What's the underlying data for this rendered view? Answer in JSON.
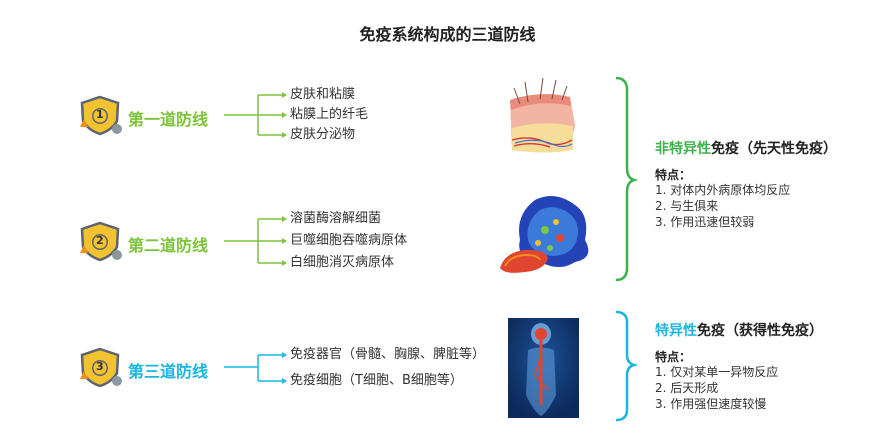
{
  "title": "免疫系统构成的三道防线",
  "colors": {
    "first": "#7dc33b",
    "second": "#7dc33b",
    "third": "#1ab6e0",
    "shield_fill": "#f2c230",
    "shield_edge": "#5b6470"
  },
  "lines": [
    {
      "number": "1",
      "label": "第一道防线",
      "items": [
        "皮肤和粘膜",
        "粘膜上的纤毛",
        "皮肤分泌物"
      ]
    },
    {
      "number": "2",
      "label": "第二道防线",
      "items": [
        "溶菌酶溶解细菌",
        "巨噬细胞吞噬病原体",
        "白细胞消灭病原体"
      ]
    },
    {
      "number": "3",
      "label": "第三道防线",
      "items": [
        "免疫器官（骨髓、胸腺、脾脏等）",
        "免疫细胞（T细胞、B细胞等）"
      ]
    }
  ],
  "immunity": [
    {
      "keyword": "非特异性",
      "rest": "免疫（先天性免疫）",
      "features_title": "特点：",
      "features": [
        "1. 对体内外病原体均反应",
        "2. 与生俱来",
        "3. 作用迅速但较弱"
      ]
    },
    {
      "keyword": "特异性",
      "rest": "免疫（获得性免疫）",
      "features_title": "特点：",
      "features": [
        "1. 仅对某单一异物反应",
        "2. 后天形成",
        "3. 作用强但速度较慢"
      ]
    }
  ]
}
